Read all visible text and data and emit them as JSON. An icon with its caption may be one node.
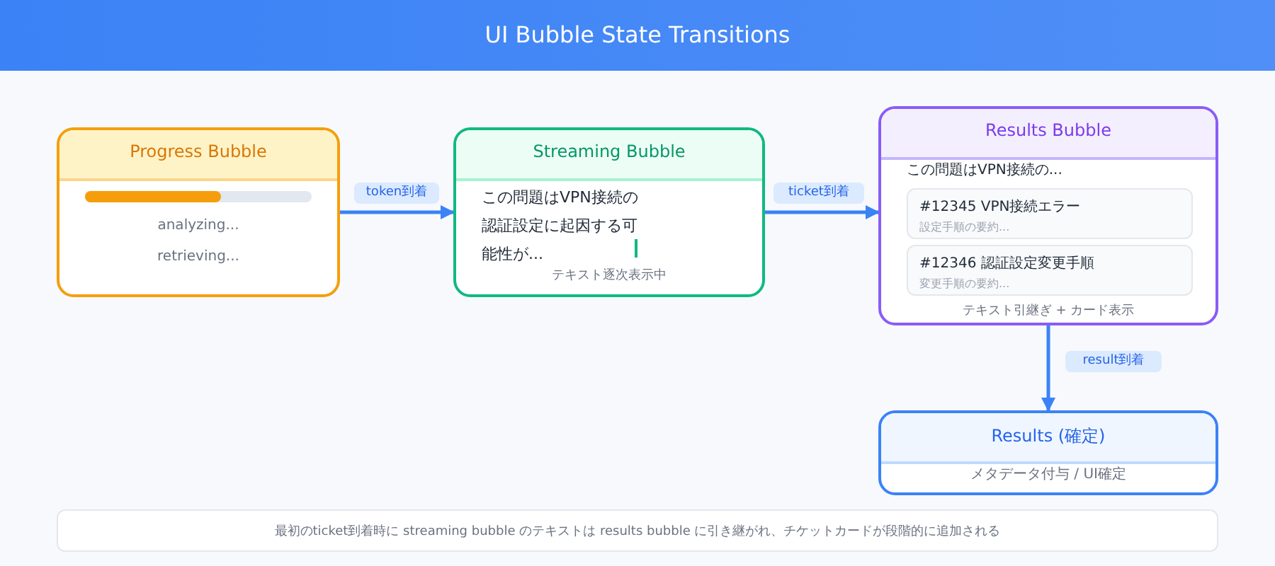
{
  "diagram": {
    "title": "UI Bubble State Transitions",
    "nodes": [
      {
        "text": [
          "Progress Bubble",
          "analyzing...",
          "retrieving..."
        ]
      },
      {
        "text": [
          "Streaming Bubble",
          "この問題はVPN接続の認証設定に起因する可能性が...",
          "テキスト逐次表示中"
        ]
      },
      {
        "text": [
          "Results Bubble",
          "この問題はVPN接続の...",
          "テキスト引継ぎ + カード表示"
        ]
      },
      {
        "text": [
          "#12345 VPN接続エラー",
          "設定手順の要約..."
        ],
        "in": 2
      },
      {
        "text": [
          "#12346 認証設定変更手順",
          "変更手順の要約..."
        ],
        "in": 2
      },
      {
        "text": [
          "Results (確定)",
          "メタデータ付与 / UI確定"
        ]
      },
      {
        "text": [
          "最初のticket到着時に streaming bubble のテキストは results bubble に引き継がれ、チケットカードが段階的に追加される"
        ]
      }
    ],
    "edges": [
      {
        "from": 0,
        "to": 1,
        "arrow": "to",
        "label": "token到着"
      },
      {
        "from": 1,
        "to": 2,
        "arrow": "to",
        "label": "ticket到着"
      },
      {
        "from": 2,
        "to": 5,
        "arrow": "to",
        "label": "result到着"
      }
    ]
  }
}
